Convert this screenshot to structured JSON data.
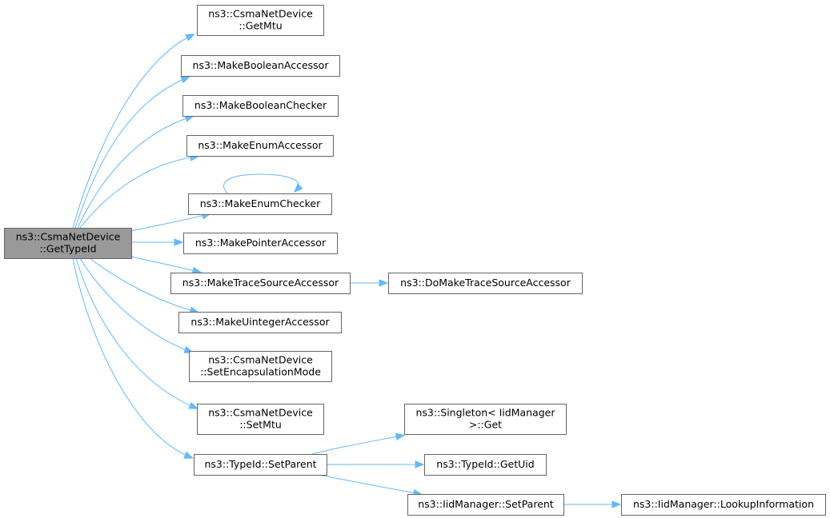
{
  "graph": {
    "colors": {
      "edge": "#63b8ff",
      "root_fill": "#999999",
      "node_fill": "#ffffff",
      "node_border": "#666666"
    },
    "nodes": [
      {
        "id": "root",
        "lines": [
          "ns3::CsmaNetDevice",
          "::GetTypeId"
        ],
        "root": true
      },
      {
        "id": "getmtu",
        "lines": [
          "ns3::CsmaNetDevice",
          "::GetMtu"
        ]
      },
      {
        "id": "makeboolacc",
        "lines": [
          "ns3::MakeBooleanAccessor"
        ]
      },
      {
        "id": "makeboolchk",
        "lines": [
          "ns3::MakeBooleanChecker"
        ]
      },
      {
        "id": "makeenumacc",
        "lines": [
          "ns3::MakeEnumAccessor"
        ]
      },
      {
        "id": "makeenumchk",
        "lines": [
          "ns3::MakeEnumChecker"
        ]
      },
      {
        "id": "makeptracc",
        "lines": [
          "ns3::MakePointerAccessor"
        ]
      },
      {
        "id": "maketraceacc",
        "lines": [
          "ns3::MakeTraceSourceAccessor"
        ]
      },
      {
        "id": "domaketrace",
        "lines": [
          "ns3::DoMakeTraceSourceAccessor"
        ]
      },
      {
        "id": "makeuintacc",
        "lines": [
          "ns3::MakeUintegerAccessor"
        ]
      },
      {
        "id": "setencap",
        "lines": [
          "ns3::CsmaNetDevice",
          "::SetEncapsulationMode"
        ]
      },
      {
        "id": "setmtu",
        "lines": [
          "ns3::CsmaNetDevice",
          "::SetMtu"
        ]
      },
      {
        "id": "typeidsetparent",
        "lines": [
          "ns3::TypeId::SetParent"
        ]
      },
      {
        "id": "singletonget",
        "lines": [
          "ns3::Singleton< IidManager",
          ">::Get"
        ]
      },
      {
        "id": "typeidgetuid",
        "lines": [
          "ns3::TypeId::GetUid"
        ]
      },
      {
        "id": "iidsetparent",
        "lines": [
          "ns3::IidManager::SetParent"
        ]
      },
      {
        "id": "lookupinfo",
        "lines": [
          "ns3::IidManager::LookupInformation"
        ]
      }
    ],
    "edges": [
      {
        "from": "root",
        "to": "getmtu"
      },
      {
        "from": "root",
        "to": "makeboolacc"
      },
      {
        "from": "root",
        "to": "makeboolchk"
      },
      {
        "from": "root",
        "to": "makeenumacc"
      },
      {
        "from": "root",
        "to": "makeenumchk"
      },
      {
        "from": "makeenumchk",
        "to": "makeenumchk"
      },
      {
        "from": "root",
        "to": "makeptracc"
      },
      {
        "from": "root",
        "to": "maketraceacc"
      },
      {
        "from": "maketraceacc",
        "to": "domaketrace"
      },
      {
        "from": "root",
        "to": "makeuintacc"
      },
      {
        "from": "root",
        "to": "setencap"
      },
      {
        "from": "root",
        "to": "setmtu"
      },
      {
        "from": "root",
        "to": "typeidsetparent"
      },
      {
        "from": "typeidsetparent",
        "to": "singletonget"
      },
      {
        "from": "typeidsetparent",
        "to": "typeidgetuid"
      },
      {
        "from": "typeidsetparent",
        "to": "iidsetparent"
      },
      {
        "from": "iidsetparent",
        "to": "lookupinfo"
      }
    ]
  }
}
